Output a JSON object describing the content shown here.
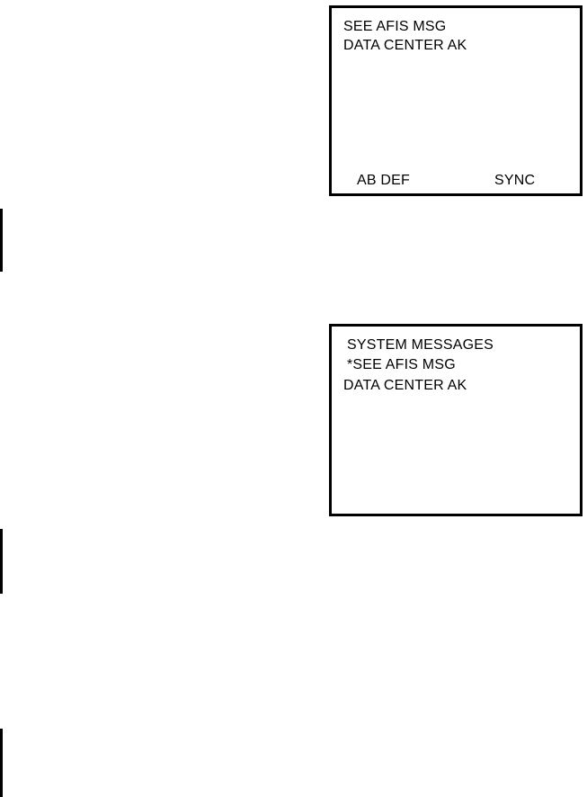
{
  "screen1": {
    "lines": [
      "SEE AFIS MSG",
      "DATA CENTER AK"
    ],
    "softkeys": {
      "left": "AB DEF",
      "right": "SYNC"
    }
  },
  "screen2": {
    "title": "SYSTEM MESSAGES",
    "lines": [
      "*SEE AFIS MSG",
      "DATA CENTER AK"
    ]
  },
  "colors": {
    "ink": "#000000",
    "background": "#ffffff"
  }
}
